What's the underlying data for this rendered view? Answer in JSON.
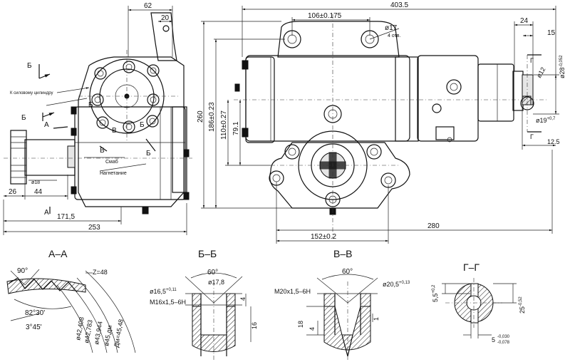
{
  "dims": {
    "d62": "62",
    "d20": "20",
    "d403_5": "403.5",
    "d106": "106±0.175",
    "d17": "ø17",
    "d4otv": "4 отв.",
    "d24": "24",
    "d15": "15",
    "g_mark": "Г",
    "d12": "ø12",
    "d28": "ø28",
    "d28tol": "-0,052",
    "d19": "ø19",
    "d19tol": "+0,7",
    "d12_5": "12.5",
    "d260": "260",
    "d186": "186±0.23",
    "d79": "79.1",
    "d110": "110±0.27",
    "d280": "280",
    "d152": "152±0.2",
    "d171": "171,5",
    "d253": "253",
    "d26": "26",
    "d44": "44",
    "d18": "ø18",
    "b_mark": "Б",
    "a_mark": "А",
    "v_mark": "В",
    "cmb": "Смаб",
    "nagn": "Нагнетание",
    "cyl": "К силовому цилиндру"
  },
  "sections": {
    "aa": "А–А",
    "bb": "Б–Б",
    "vv": "В–В",
    "gg": "Г–Г"
  },
  "aa": {
    "a90": "90°",
    "z48": "Z=48",
    "a82": "82°30'",
    "a345": "3°45'",
    "d42_408": "ø42,408",
    "d42_783": "ø42,783",
    "d43_944": "ø43,944",
    "d45": "ø45,дм",
    "d45_48": "Дм=45,48"
  },
  "bb": {
    "a60": "60°",
    "d16_5": "ø16,5",
    "d16_5tol": "+0,11",
    "d17_8": "ø17,8",
    "m16": "M16x1,5–6H",
    "d4": "4",
    "d16": "16"
  },
  "vv": {
    "a60": "60°",
    "m20": "M20x1,5–6H",
    "d20_5": "ø20,5",
    "d20_5tol": "+0,13",
    "d18": "18",
    "d4": "4",
    "d1": "1"
  },
  "gg": {
    "d5_5": "5,5",
    "d5_5tol": "+0,2",
    "d25": "25",
    "d25tol": "-0,52",
    "d5": "5",
    "d5tol1": "-0,030",
    "d5tol2": "-0,078"
  }
}
